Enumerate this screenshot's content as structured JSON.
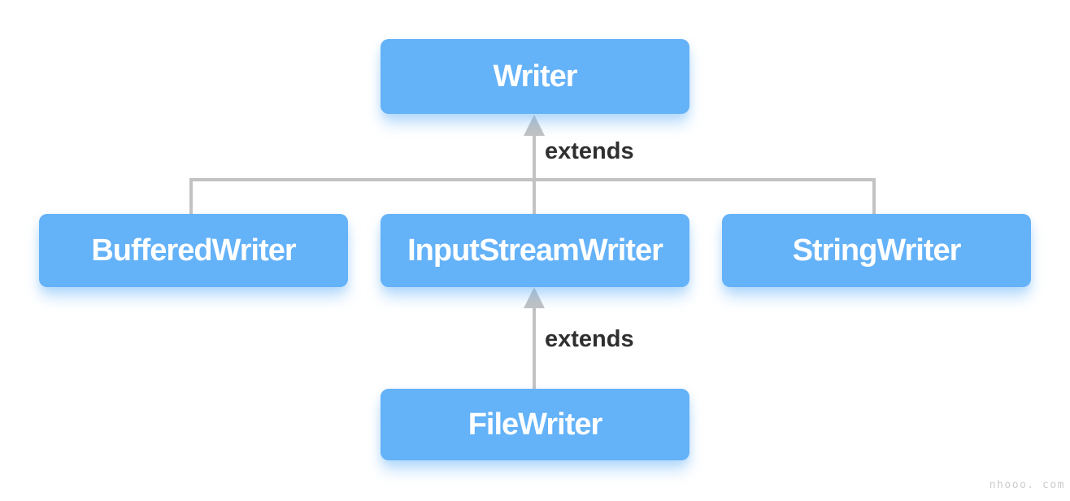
{
  "diagram": {
    "type": "class-hierarchy",
    "nodes": [
      {
        "id": "writer",
        "label": "Writer"
      },
      {
        "id": "buffered-writer",
        "label": "BufferedWriter"
      },
      {
        "id": "input-stream-writer",
        "label": "InputStreamWriter"
      },
      {
        "id": "string-writer",
        "label": "StringWriter"
      },
      {
        "id": "file-writer",
        "label": "FileWriter"
      }
    ],
    "edges": [
      {
        "from": [
          "BufferedWriter",
          "InputStreamWriter",
          "StringWriter"
        ],
        "to": "Writer",
        "label": "extends"
      },
      {
        "from": [
          "FileWriter"
        ],
        "to": "InputStreamWriter",
        "label": "extends"
      }
    ],
    "colors": {
      "node_fill": "#64b2f8",
      "node_text": "#ffffff",
      "connector": "#c2c2c2",
      "edge_label_text": "#2f2f2f",
      "background": "#ffffff",
      "watermark_text": "#cccccc"
    },
    "watermark": "nhooo. com"
  }
}
